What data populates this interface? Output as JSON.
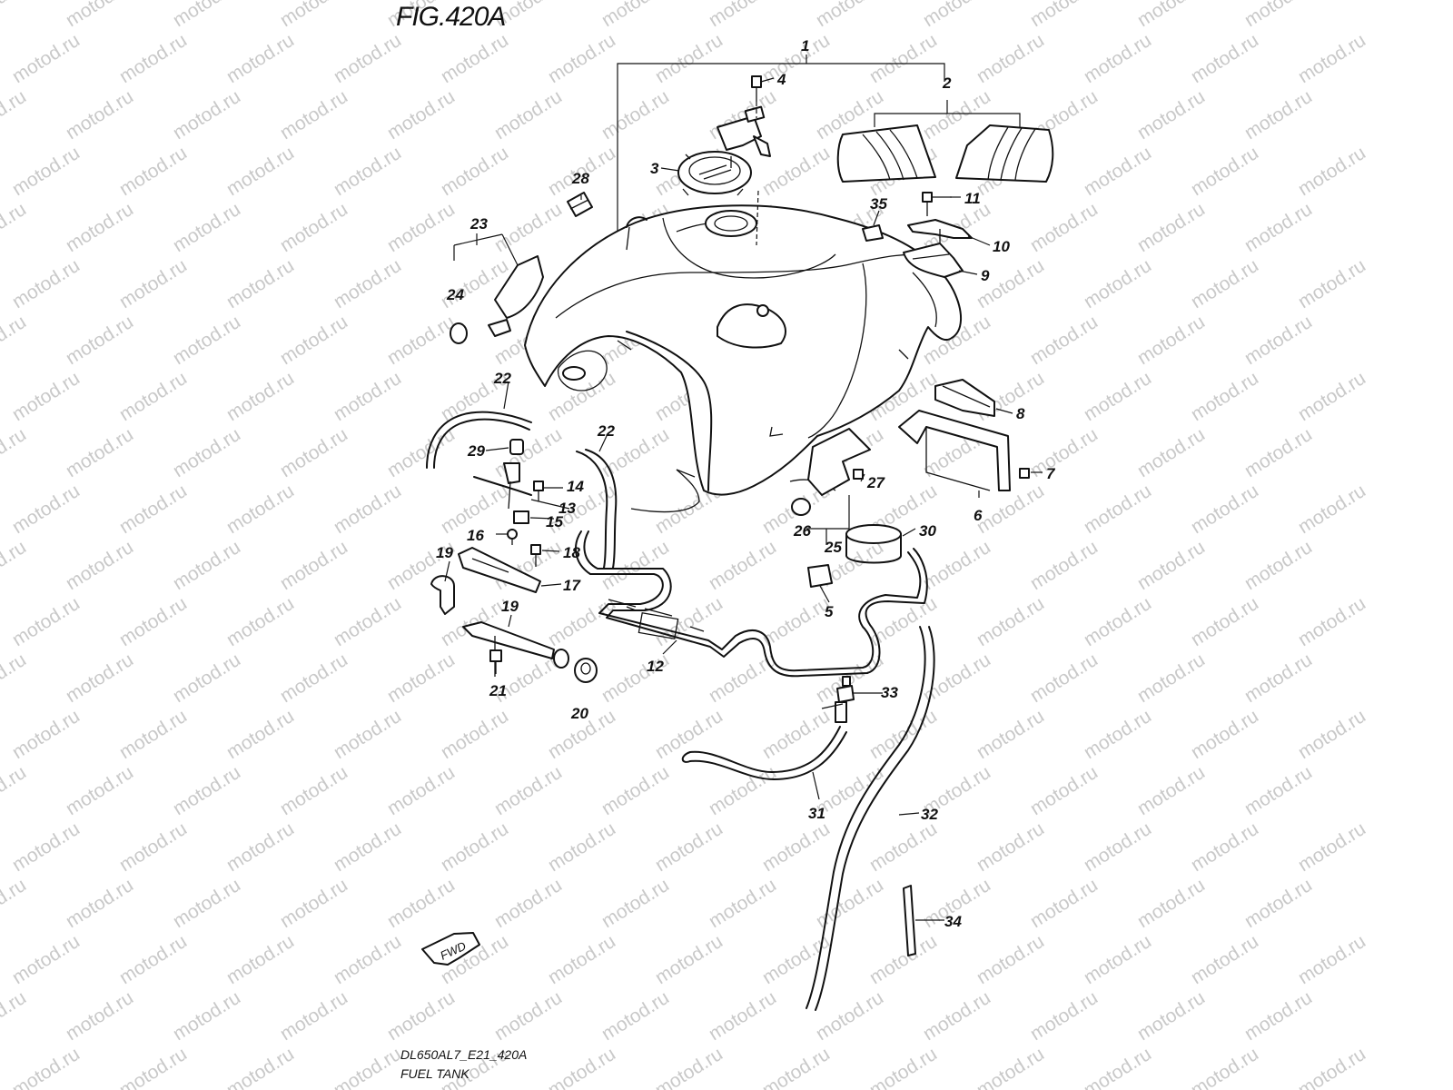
{
  "figure": {
    "title": "FIG.420A",
    "model_code": "DL650AL7_E21_420A",
    "caption": "FUEL TANK",
    "fwd_label": "FWD",
    "watermark": "motod.ru"
  },
  "callouts": [
    "1",
    "2",
    "3",
    "4",
    "5",
    "6",
    "7",
    "8",
    "9",
    "10",
    "11",
    "12",
    "13",
    "14",
    "15",
    "16",
    "17",
    "18",
    "19",
    "19",
    "20",
    "21",
    "22",
    "22",
    "23",
    "24",
    "25",
    "26",
    "27",
    "28",
    "29",
    "30",
    "31",
    "32",
    "33",
    "34",
    "35"
  ],
  "colors": {
    "line": "#111111",
    "watermark": "#c9c9c9",
    "background": "#ffffff"
  }
}
